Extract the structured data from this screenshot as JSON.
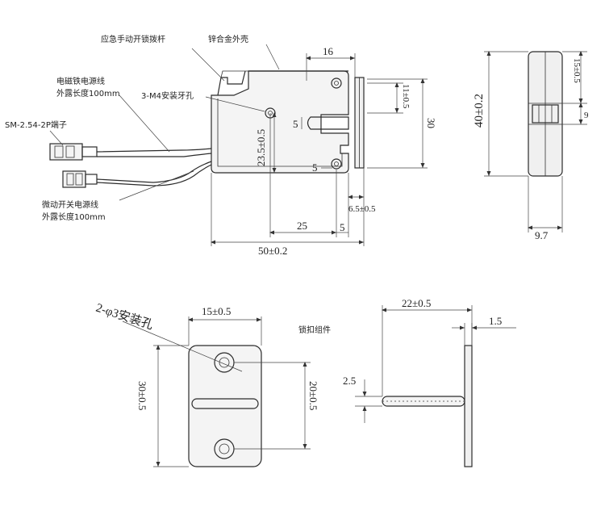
{
  "labels": {
    "manual_lever": "应急手动开锁拨杆",
    "zinc_shell": "锌合金外壳",
    "em_wire_1": "电磁铁电源线",
    "em_wire_2": "外露长度100mm",
    "mount_hole": "3-M4安装牙孔",
    "connector": "SM-2.54-2P端子",
    "micro_wire_1": "微动开关电源线",
    "micro_wire_2": "外露长度100mm",
    "lock_assembly": "锁扣组件",
    "plate_holes": "2-φ3安装孔"
  },
  "dims": {
    "d16": "16",
    "d11": "11±0.5",
    "d30": "30",
    "d5a": "5",
    "d5b": "5",
    "d5c": "5",
    "d23": "23.5±0.5",
    "d65": "6.5±0.5",
    "d25": "25",
    "d50": "50±0.2",
    "d40": "40±0.2",
    "d15": "15±0.5",
    "d9": "9",
    "d97": "9.7",
    "p15": "15±0.5",
    "p30": "30±0.5",
    "p20": "20±0.5",
    "p22": "22±0.5",
    "p15b": "1.5",
    "p25": "2.5"
  }
}
